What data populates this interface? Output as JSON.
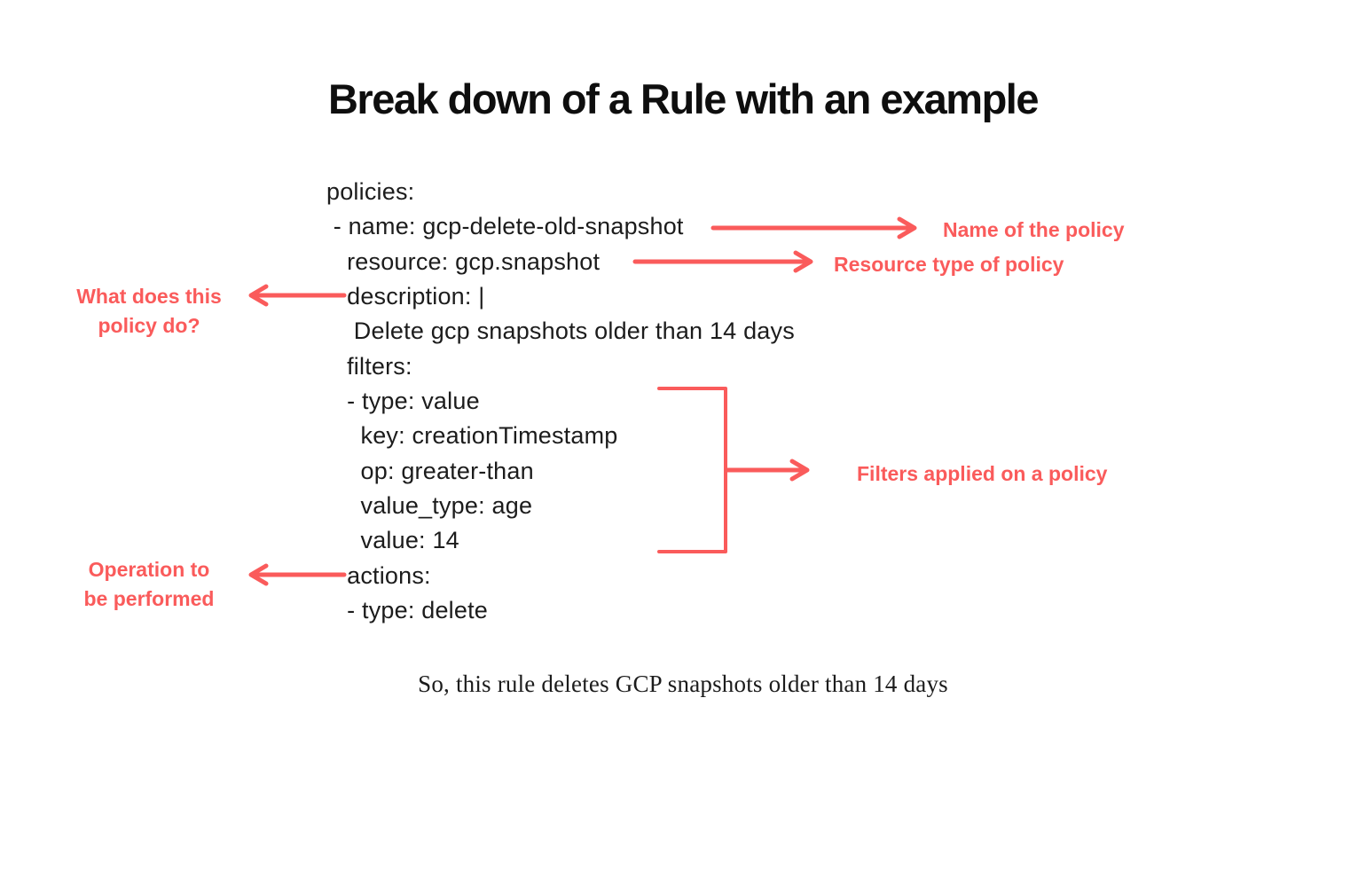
{
  "title": "Break down of a Rule with an example",
  "code": {
    "lines": [
      "policies:",
      " - name: gcp-delete-old-snapshot",
      "   resource: gcp.snapshot",
      "   description: |",
      "    Delete gcp snapshots older than 14 days",
      "   filters:",
      "   - type: value",
      "     key: creationTimestamp",
      "     op: greater-than",
      "     value_type: age",
      "     value: 14",
      "   actions:",
      "   - type: delete"
    ]
  },
  "annotations": {
    "name_label": "Name of the policy",
    "resource_label": "Resource type of policy",
    "description_label": "What does this\npolicy do?",
    "filters_label": "Filters applied on a policy",
    "actions_label": "Operation to\nbe performed"
  },
  "footer": "So, this rule deletes GCP snapshots older than 14 days",
  "colors": {
    "accent": "#fa5b5b",
    "text": "#1c1c1c",
    "background": "#ffffff"
  }
}
